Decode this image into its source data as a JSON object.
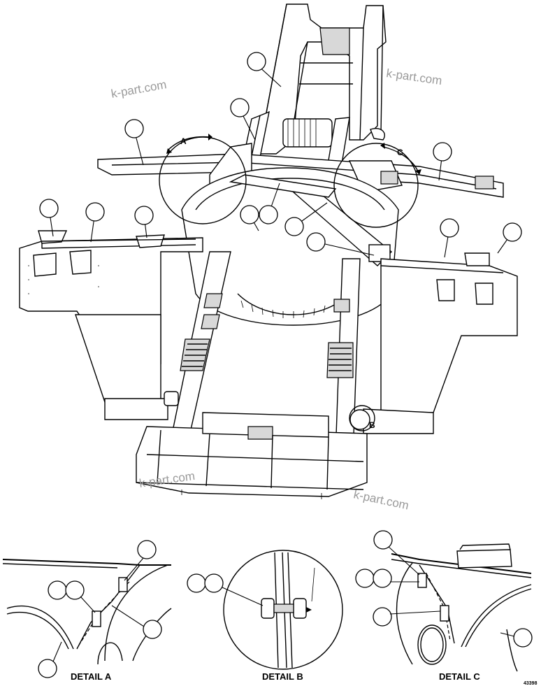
{
  "watermarks": [
    "k-part.com",
    "k-part.com",
    "k-part.com",
    "k-part.com"
  ],
  "view_markers": {
    "a": "A",
    "b": "B",
    "c": "C"
  },
  "details": {
    "a": "DETAIL A",
    "b": "DETAIL B",
    "c": "DETAIL C"
  },
  "figure_number": "43398"
}
